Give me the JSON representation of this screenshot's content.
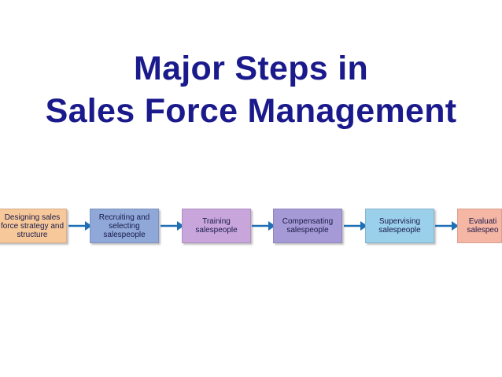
{
  "title": {
    "line1": "Major Steps in",
    "line2": "Sales Force Management",
    "color": "#1a1a8c"
  },
  "steps": [
    {
      "label": "Designing sales force strategy and structure",
      "color": "#f6c89a"
    },
    {
      "label": "Recruiting and selecting salespeople",
      "color": "#8fa8d8"
    },
    {
      "label": "Training salespeople",
      "color": "#c8a6dc"
    },
    {
      "label": "Compensating salespeople",
      "color": "#a59ad6"
    },
    {
      "label": "Supervising salespeople",
      "color": "#9ad0ea"
    },
    {
      "label": "Evaluati salespeo",
      "color": "#f6b6a4"
    }
  ],
  "arrow_color": "#1f6fb5"
}
